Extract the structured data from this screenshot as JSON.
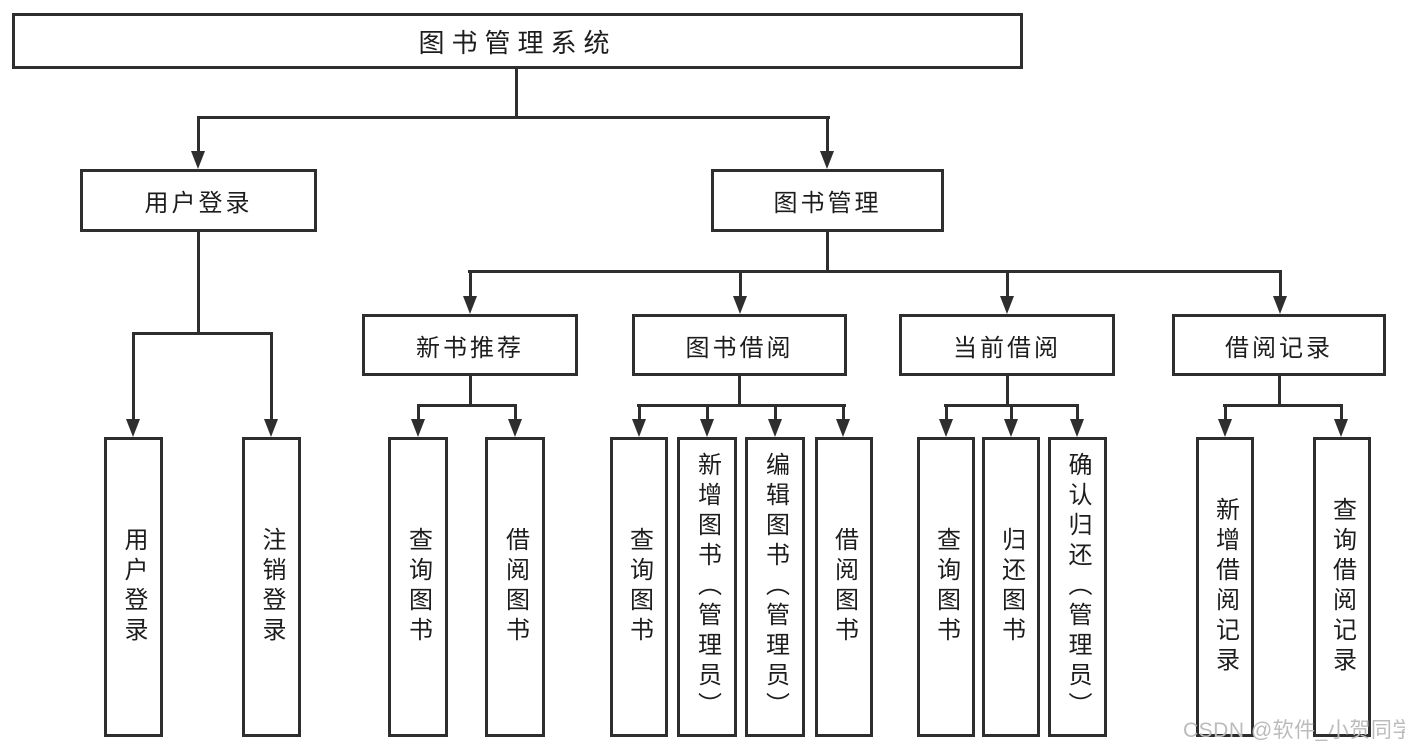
{
  "colors": {
    "background": "#ffffff",
    "line": "#2e2e2e",
    "text": "#1d1d1d",
    "watermark": "#bcbcbc"
  },
  "watermark": {
    "text": "CSDN @软件_小贺同学"
  },
  "tree": {
    "root": {
      "label": "图书管理系统"
    },
    "login": {
      "label": "用户登录",
      "leaves": [
        {
          "label": "用户登录"
        },
        {
          "label": "注销登录"
        }
      ]
    },
    "management": {
      "label": "图书管理",
      "groups": [
        {
          "label": "新书推荐",
          "leaves": [
            {
              "label": "查询图书"
            },
            {
              "label": "借阅图书"
            }
          ]
        },
        {
          "label": "图书借阅",
          "leaves": [
            {
              "label": "查询图书"
            },
            {
              "label": "新增图书（管理员）"
            },
            {
              "label": "编辑图书（管理员）"
            },
            {
              "label": "借阅图书"
            }
          ]
        },
        {
          "label": "当前借阅",
          "leaves": [
            {
              "label": "查询图书"
            },
            {
              "label": "归还图书"
            },
            {
              "label": "确认归还（管理员）"
            }
          ]
        },
        {
          "label": "借阅记录",
          "leaves": [
            {
              "label": "新增借阅记录"
            },
            {
              "label": "查询借阅记录"
            }
          ]
        }
      ]
    }
  }
}
